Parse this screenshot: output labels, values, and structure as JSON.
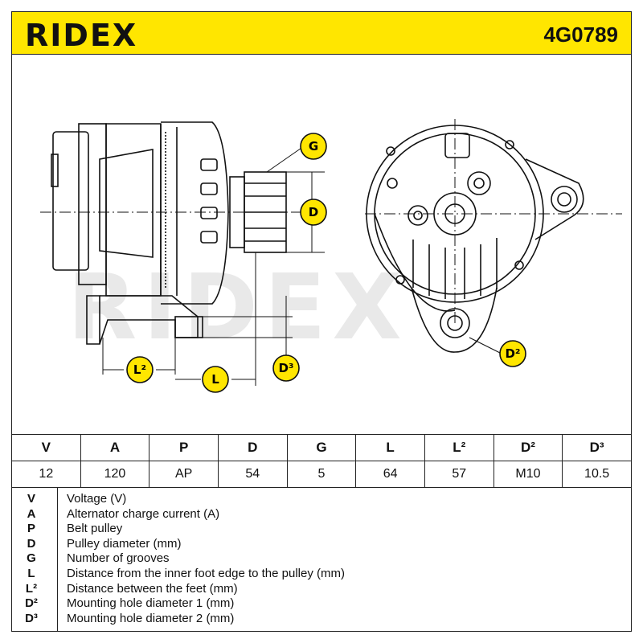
{
  "header": {
    "logo": "RIDEX",
    "part_number": "4G0789"
  },
  "drawing": {
    "watermark": "RIDEX",
    "labels": {
      "G": "G",
      "D": "D",
      "L2": "L²",
      "L": "L",
      "D3": "D³",
      "D2": "D²"
    },
    "colors": {
      "badge": "#ffe600",
      "line": "#111111"
    }
  },
  "table": {
    "headers": [
      "V",
      "A",
      "P",
      "D",
      "G",
      "L",
      "L²",
      "D²",
      "D³"
    ],
    "values": [
      "12",
      "120",
      "AP",
      "54",
      "5",
      "64",
      "57",
      "M10",
      "10.5"
    ]
  },
  "legend": [
    {
      "code": "V",
      "desc": "Voltage (V)"
    },
    {
      "code": "A",
      "desc": "Alternator charge current (A)"
    },
    {
      "code": "P",
      "desc": "Belt pulley"
    },
    {
      "code": "D",
      "desc": "Pulley diameter (mm)"
    },
    {
      "code": "G",
      "desc": "Number of grooves"
    },
    {
      "code": "L",
      "desc": "Distance from the inner foot edge to the pulley (mm)"
    },
    {
      "code": "L²",
      "desc": "Distance between the feet (mm)"
    },
    {
      "code": "D²",
      "desc": "Mounting hole diameter 1 (mm)"
    },
    {
      "code": "D³",
      "desc": "Mounting hole diameter 2 (mm)"
    }
  ]
}
